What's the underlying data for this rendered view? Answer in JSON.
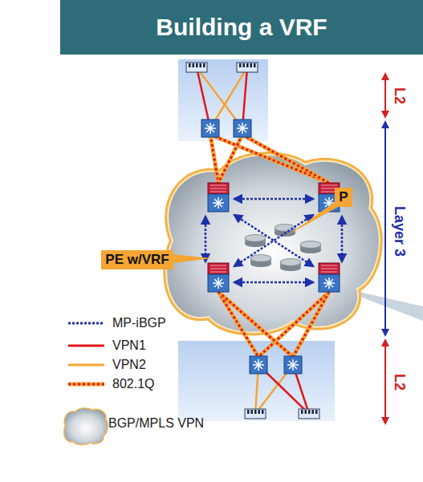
{
  "diagram": {
    "title": "Building a VRF",
    "nodes": [
      {
        "text": [
          "P"
        ]
      },
      {
        "text": [
          "PE w/VRF"
        ]
      }
    ],
    "labels": [
      "L2",
      "Layer 3",
      "L2"
    ],
    "legend": [
      {
        "text": "MP-iBGP"
      },
      {
        "text": "VPN1"
      },
      {
        "text": "VPN2"
      },
      {
        "text": "802.1Q"
      },
      {
        "text": "BGP/MPLS VPN"
      }
    ]
  }
}
